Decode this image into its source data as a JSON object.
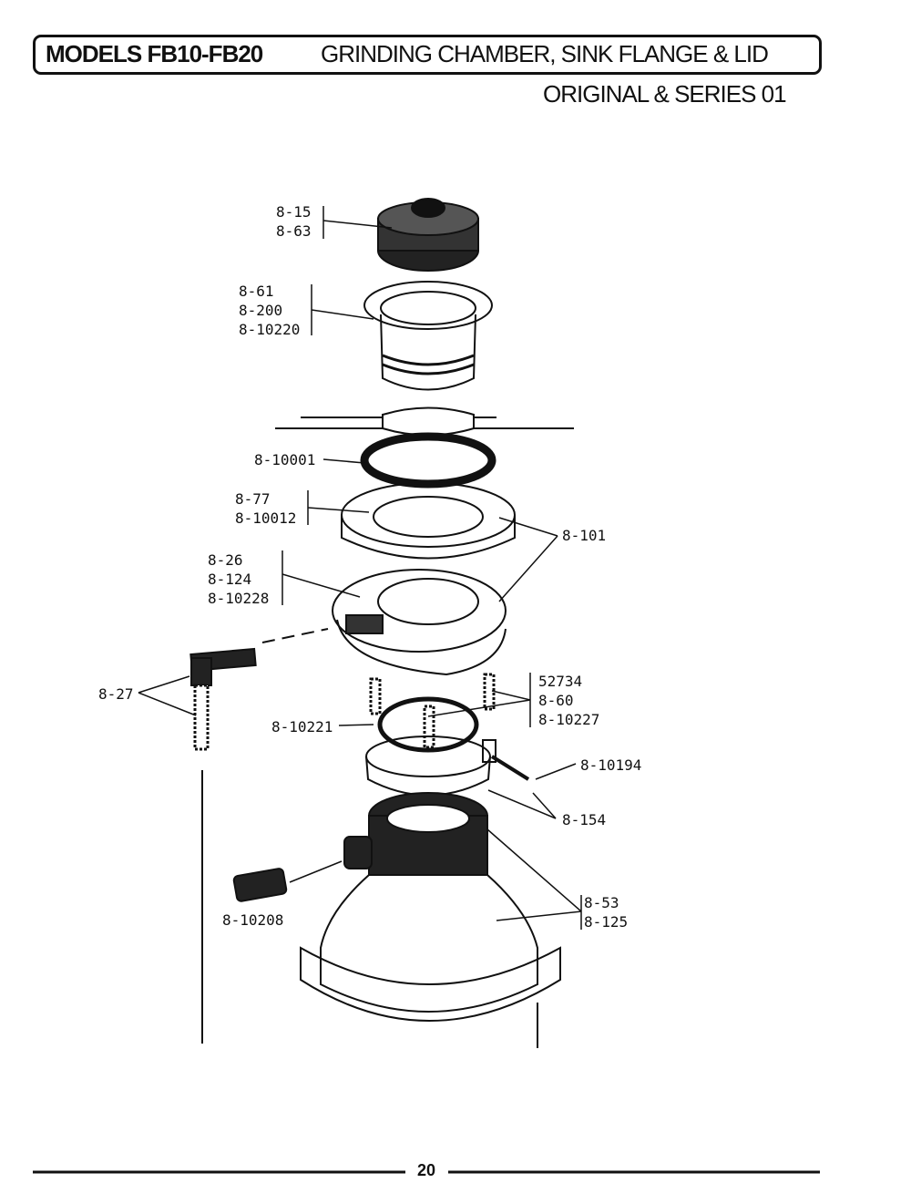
{
  "header": {
    "models": "MODELS FB10-FB20",
    "title": "GRINDING CHAMBER, SINK FLANGE & LID",
    "subtitle": "ORIGINAL & SERIES 01"
  },
  "callouts": [
    {
      "id": "lid",
      "parts": [
        "8-15",
        "8-63"
      ]
    },
    {
      "id": "sink-flange",
      "parts": [
        "8-61",
        "8-200",
        "8-10220"
      ]
    },
    {
      "id": "gasket",
      "parts": [
        "8-10001"
      ]
    },
    {
      "id": "mount-ring",
      "parts": [
        "8-77",
        "8-10012"
      ]
    },
    {
      "id": "ring-screws",
      "parts": [
        "8-101"
      ]
    },
    {
      "id": "mount-plate",
      "parts": [
        "8-26",
        "8-124",
        "8-10228"
      ]
    },
    {
      "id": "tool",
      "parts": [
        "8-27"
      ]
    },
    {
      "id": "studs",
      "parts": [
        "52734",
        "8-60",
        "8-10227"
      ]
    },
    {
      "id": "o-ring",
      "parts": [
        "8-10221"
      ]
    },
    {
      "id": "clamp-screw",
      "parts": [
        "8-10194"
      ]
    },
    {
      "id": "clamp",
      "parts": [
        "8-154"
      ]
    },
    {
      "id": "plug",
      "parts": [
        "8-10208"
      ]
    },
    {
      "id": "chamber",
      "parts": [
        "8-53",
        "8-125"
      ]
    }
  ],
  "footer": {
    "page_number": "20"
  }
}
